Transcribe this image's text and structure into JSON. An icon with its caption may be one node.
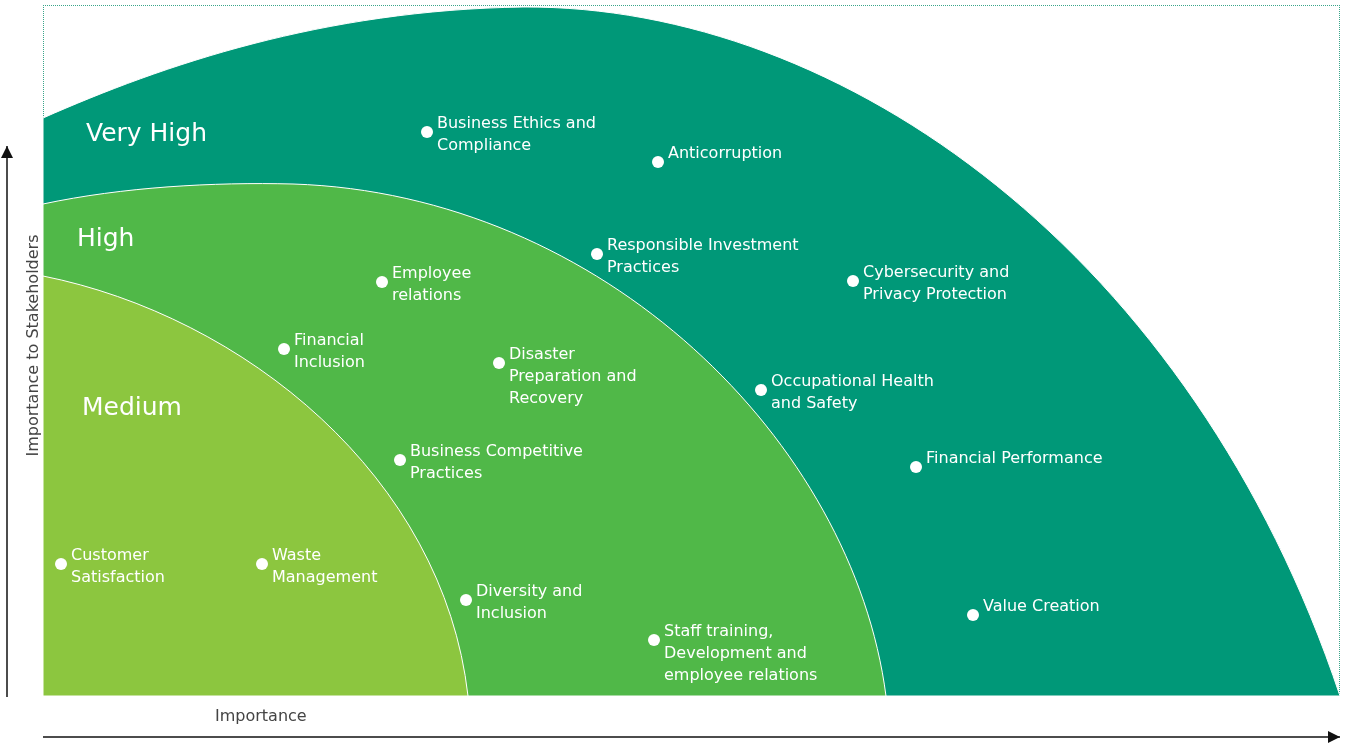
{
  "diagram": {
    "nodes": [
      {
        "text": [
          "Very High"
        ]
      },
      {
        "text": [
          "High"
        ],
        "in": 0
      },
      {
        "text": [
          "Medium"
        ],
        "in": 1
      }
    ],
    "labels": [
      "Business Ethics and Compliance",
      "Anticorruption",
      "Responsible Investment Practices",
      "Cybersecurity and Privacy Protection",
      "Employee relations",
      "Financial Inclusion",
      "Disaster Preparation and Recovery",
      "Occupational Health and Safety",
      "Business Competitive Practices",
      "Financial Performance",
      "Customer Satisfaction",
      "Waste Management",
      "Diversity and Inclusion",
      "Value Creation",
      "Staff training, Development and employee relations",
      "Importance to Stakeholders",
      "Importance"
    ]
  }
}
